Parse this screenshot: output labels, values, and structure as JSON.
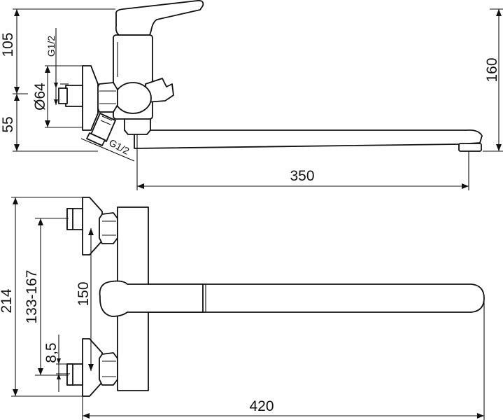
{
  "side_view": {
    "dim_total_height": "160",
    "dim_upper": "105",
    "dim_lower": "55",
    "dim_thread_top": "G1/2",
    "dim_thread_bottom": "G1/2",
    "dim_diameter": "Ø64",
    "dim_spout_length": "350"
  },
  "top_view": {
    "dim_total_width": "214",
    "dim_center_range": "133-167",
    "dim_body": "150",
    "dim_offset": "8,5",
    "dim_total_length": "420"
  }
}
